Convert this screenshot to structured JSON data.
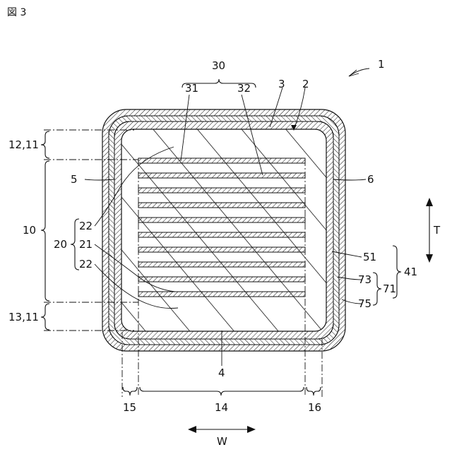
{
  "figure": {
    "title": "図 3"
  },
  "labels": {
    "assembly": "1",
    "first_layer": "2",
    "second_layer": "3",
    "cutout": "4",
    "left_face": "5",
    "right_face": "6",
    "body": "10",
    "upper_cover": "12,11",
    "lower_cover": "13,11",
    "center_w": "14",
    "left_margin_w": "15",
    "right_margin_w": "16",
    "stack": "20",
    "core": "21",
    "sub_a": "22",
    "sub_b": "22",
    "electrodes": "30",
    "electrode_a": "31",
    "electrode_b": "32",
    "external": "41",
    "base": "51",
    "plating": "71",
    "plating_inner": "73",
    "plating_outer": "75",
    "axis_t": "T",
    "axis_w": "W"
  }
}
